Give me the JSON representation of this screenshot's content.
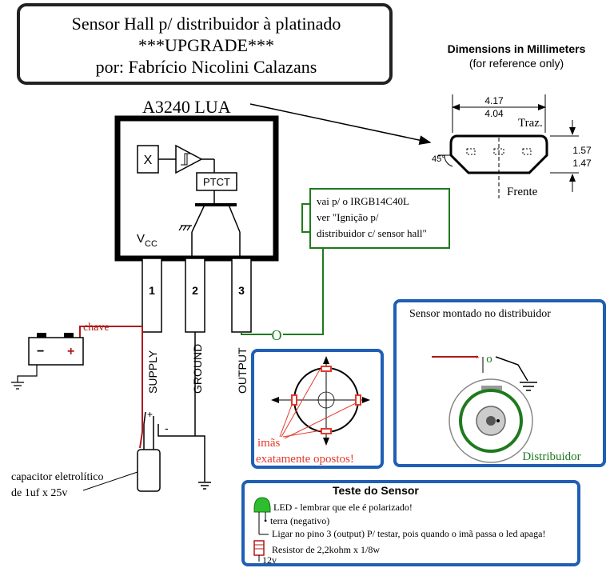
{
  "title_box": {
    "line1": "Sensor Hall p/ distribuidor à platinado",
    "line2": "***UPGRADE***",
    "line3": "por:   Fabrício Nicolini Calazans"
  },
  "chip": {
    "part_label": "A3240 LUA",
    "block_x": "X",
    "block_ptct": "PTCT",
    "vcc": "V",
    "vcc_sub": "CC",
    "pins": [
      "1",
      "2",
      "3"
    ],
    "pin_names": [
      "SUPPLY",
      "GROUND",
      "OUTPUT"
    ]
  },
  "dimensions": {
    "title": "Dimensions in Millimeters",
    "subtitle": "(for reference only)",
    "width_max": "4.17",
    "width_min": "4.04",
    "height_max": "1.57",
    "height_min": "1.47",
    "angle": "45°",
    "back_label": "Traz.",
    "front_label": "Frente"
  },
  "note_igbt": {
    "line1": "vai p/ o IRGB14C40L",
    "line2": "ver \"Ignição p/",
    "line3": "distribuidor c/ sensor hall\""
  },
  "wiring": {
    "switch_label": "chave",
    "output_connector": "O",
    "capacitor_line1": "capacitor eletrolítico",
    "capacitor_line2": "de 1uf x 25v",
    "plus": "+",
    "minus": "-"
  },
  "magnets_box": {
    "line1": "imãs",
    "line2": "exatamente opostos!"
  },
  "mounted_box": {
    "title": "Sensor montado no distribuidor",
    "connector": "o",
    "distributor": "Distribuidor"
  },
  "test_box": {
    "title": "Teste do Sensor",
    "led_note": "LED - lembrar que ele é polarizado!",
    "ground_note": "terra (negativo)",
    "pin_note": "Ligar no pino 3 (output) P/ testar, pois quando o imã passa o led apaga!",
    "resistor_note": "Resistor de 2,2kohm x 1/8w",
    "supply_note": "12v"
  },
  "colors": {
    "box_blue": "#1f5fb4",
    "wire_red": "#b01818",
    "note_green": "#1e7a1e",
    "magnet_red": "#e23a2a"
  }
}
